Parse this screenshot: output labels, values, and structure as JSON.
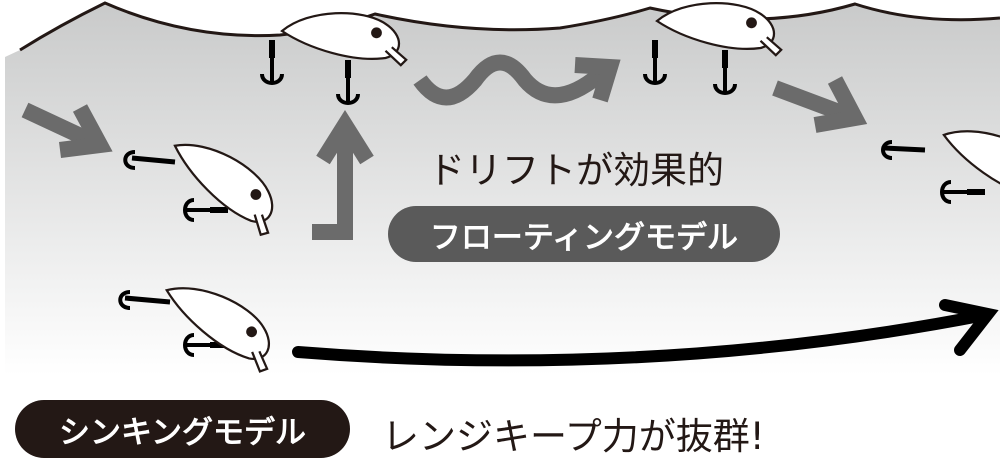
{
  "labels": {
    "drift": "ドリフトが効果的",
    "floating": "フローティングモデル",
    "sinking": "シンキングモデル",
    "range_keep": "レンジキープ力が抜群!"
  },
  "colors": {
    "arrow_gray": "#6b6b6b",
    "floating_pill": "#5a5a5a",
    "sinking_pill": "#231815",
    "water_top": "#c9caca",
    "line": "#231815"
  }
}
